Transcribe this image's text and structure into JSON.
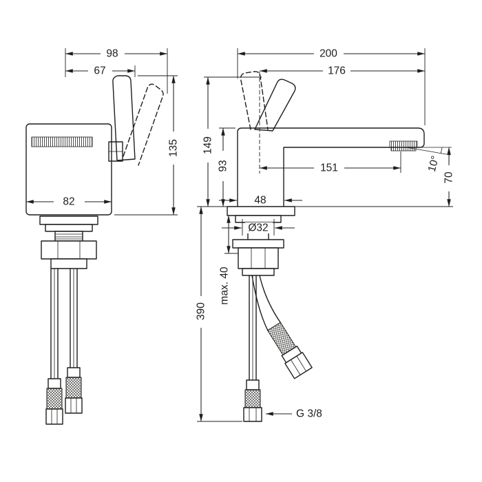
{
  "drawing": {
    "side_view": {
      "depth_total": "98",
      "depth_handle": "67",
      "height_handle": "135",
      "body_depth": "82"
    },
    "front_view": {
      "width_total": "200",
      "spout_width": "176",
      "height_total": "149",
      "spout_height": "93",
      "spout_reach": "151",
      "spout_angle": "10°",
      "outlet_height": "70",
      "body_width": "48",
      "hole_diameter": "Ø32",
      "mounting_max": "max. 40",
      "hose_length": "390",
      "connection_thread": "G 3/8"
    },
    "colors": {
      "line": "#1d1d1b",
      "background": "#ffffff"
    }
  }
}
